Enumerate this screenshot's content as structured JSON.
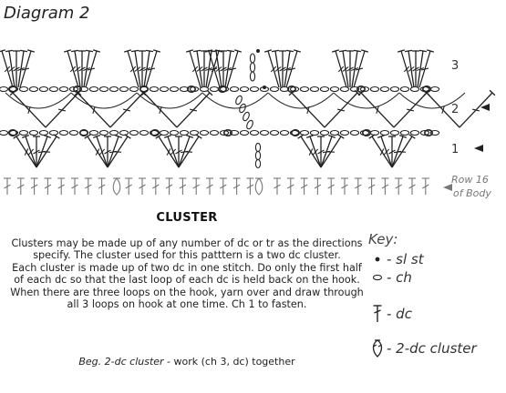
{
  "title": "Diagram 2",
  "rows": {
    "r3": "3",
    "r2": "2",
    "r1": "1",
    "row16_line1": "Row 16",
    "row16_line2": "of Body"
  },
  "cluster": {
    "heading": "CLUSTER",
    "paragraph1": "Clusters may be made up of any number of dc or tr as the directions specify. The cluster used for this patttern is a two dc cluster.",
    "paragraph2": "Each cluster is made up of two dc in one stitch. Do only the first half of each dc so that the last loop of each dc is held back on the hook. When there are three loops on the hook, yarn over and draw through all 3 loops on hook at one time. Ch 1 to fasten.",
    "beg_label": "Beg. 2-dc cluster",
    "beg_text": " - work (ch 3, dc) together"
  },
  "key": {
    "title": "Key:",
    "items": [
      {
        "icon": "sl-st-dot-icon",
        "label": "- sl st"
      },
      {
        "icon": "ch-oval-icon",
        "label": "- ch"
      },
      {
        "icon": "dc-icon",
        "label": "- dc"
      },
      {
        "icon": "2dc-cluster-icon",
        "label": "- 2-dc cluster"
      }
    ]
  },
  "colors": {
    "ink": "#222222",
    "label_gray": "#777777"
  }
}
